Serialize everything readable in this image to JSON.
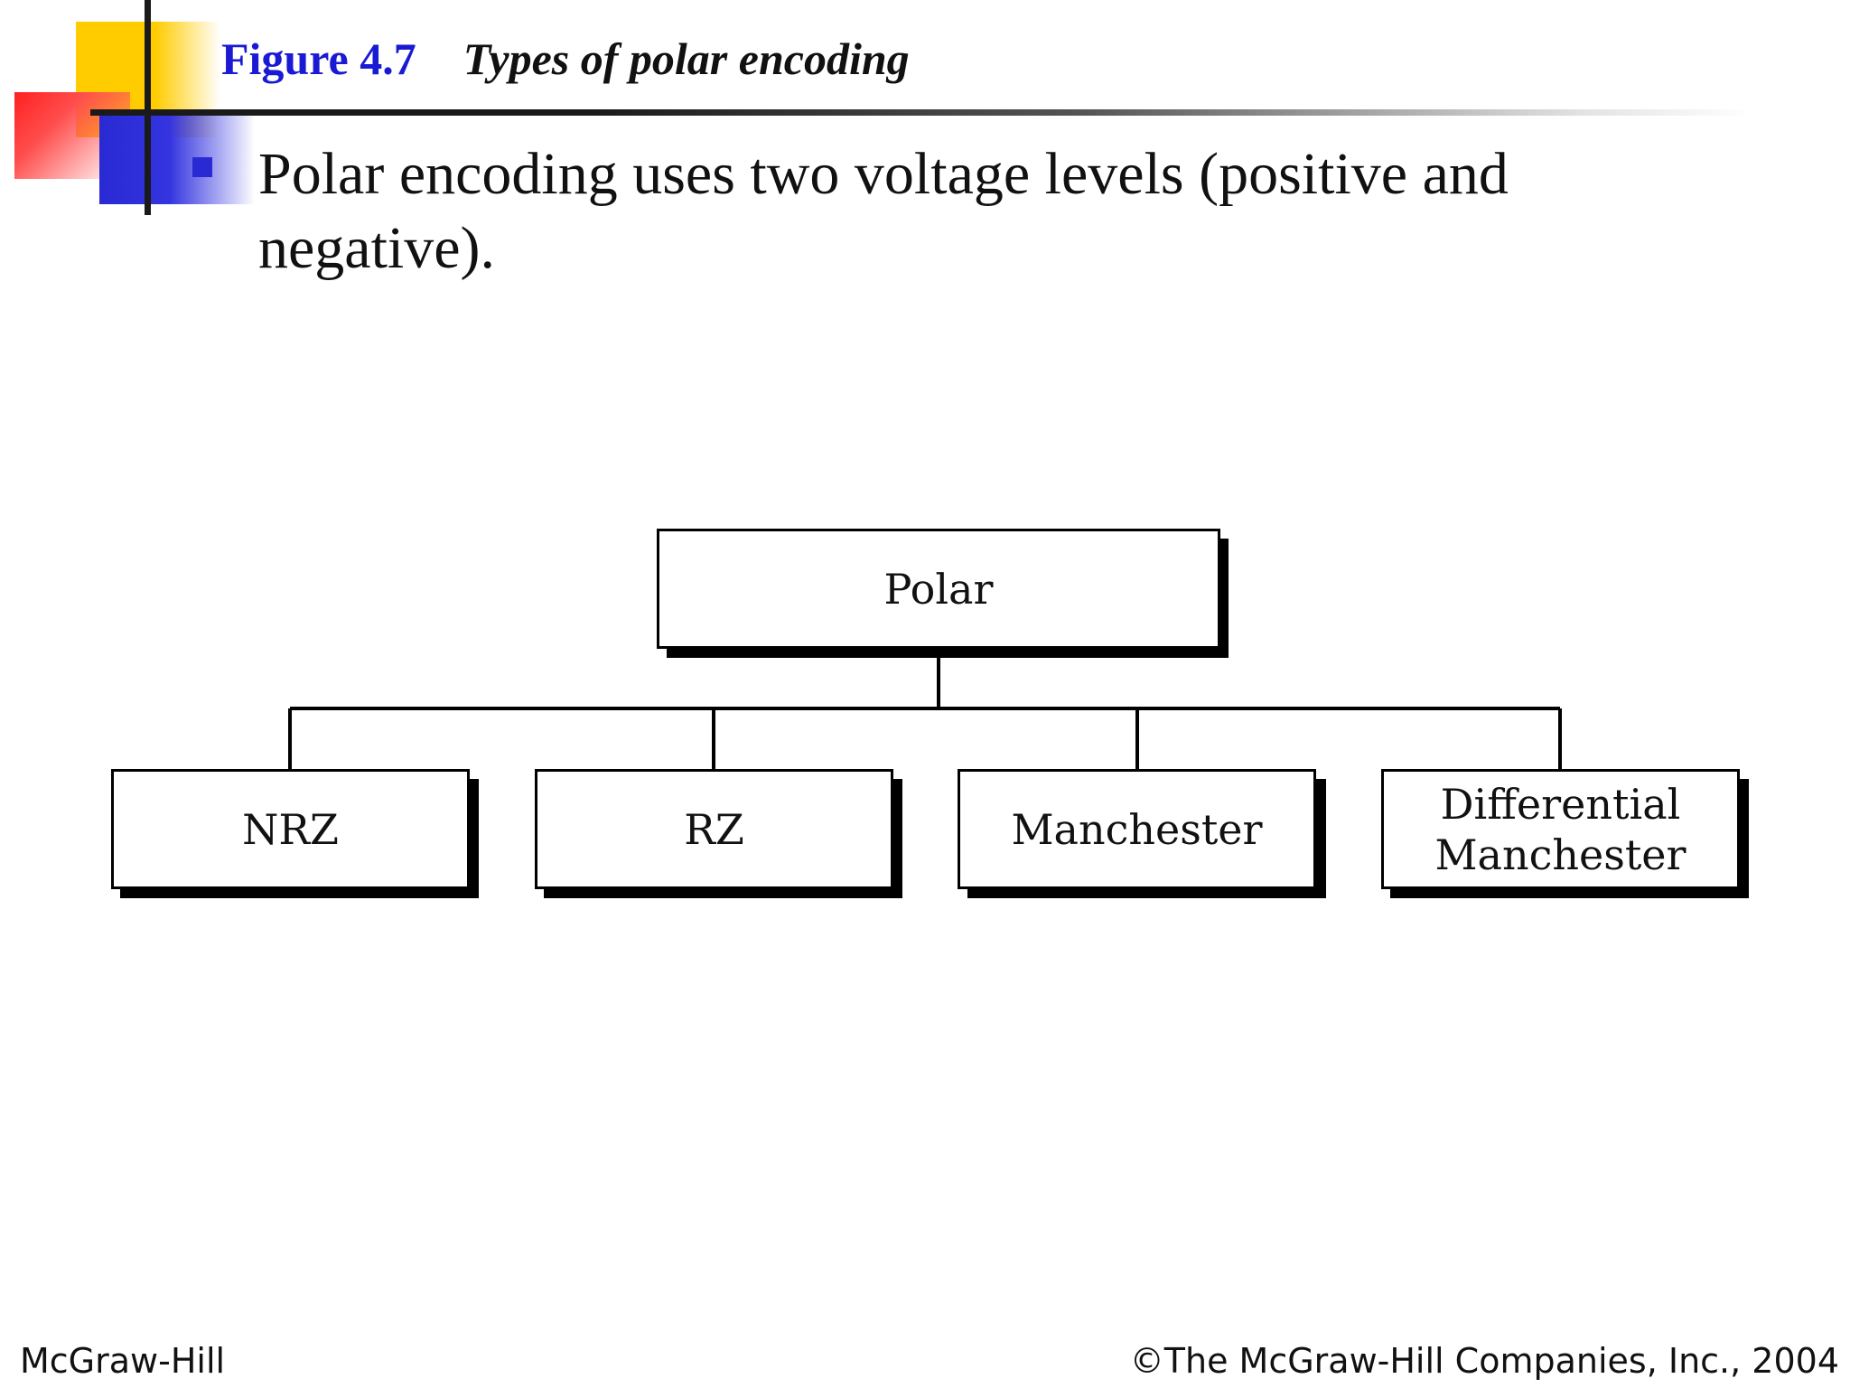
{
  "slide": {
    "figure_number": "Figure 4.7",
    "figure_caption": "Types of polar encoding",
    "bullet": "Polar encoding uses two voltage levels (positive and negative)."
  },
  "diagram": {
    "root": "Polar",
    "children": {
      "nrz": "NRZ",
      "rz": "RZ",
      "manchester": "Manchester",
      "differential_line1": "Differential",
      "differential_line2": "Manchester"
    }
  },
  "footer": {
    "publisher": "McGraw-Hill",
    "copyright": "©The McGraw-Hill Companies, Inc., 2004"
  },
  "colors": {
    "accent_blue": "#1a1ad4",
    "decor_yellow": "#ffcc00",
    "decor_red": "#ff2020",
    "decor_blue": "#2a2ad4"
  }
}
